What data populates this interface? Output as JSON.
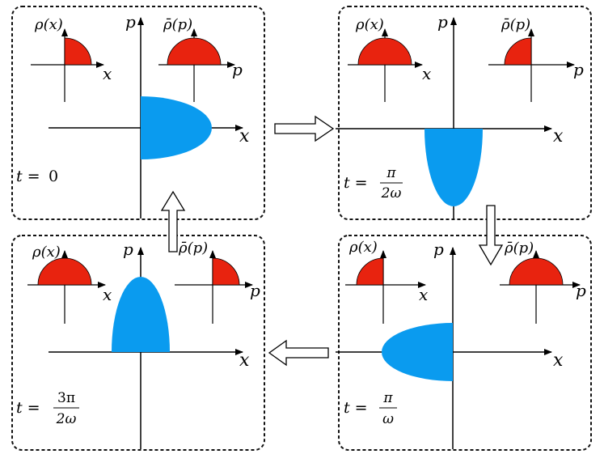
{
  "labels": {
    "x": "x",
    "p": "p",
    "rho_x": "ρ(x)",
    "rho_p": "ρ̄(p)",
    "t_eq": "t =",
    "zero": "0",
    "pi": "π",
    "three_pi": "3π",
    "two_omega": "2ω",
    "omega": "ω"
  },
  "colors": {
    "ellipse": "#0a9bef",
    "half_disc": "#e8230f",
    "frame": "#111111",
    "axis": "#000000"
  },
  "panels": [
    {
      "name": "panel-t0",
      "time": "0",
      "ellipse_orientation": "horizontal-right",
      "rho_x_shape": "quarter-right",
      "rho_p_shape": "half"
    },
    {
      "name": "panel-t-pi-2w",
      "time": "π/2ω",
      "ellipse_orientation": "vertical-down",
      "rho_x_shape": "half",
      "rho_p_shape": "quarter-left"
    },
    {
      "name": "panel-t-pi-w",
      "time": "π/ω",
      "ellipse_orientation": "horizontal-left",
      "rho_x_shape": "quarter-left",
      "rho_p_shape": "half"
    },
    {
      "name": "panel-t-3pi-2w",
      "time": "3π/2ω",
      "ellipse_orientation": "vertical-up",
      "rho_x_shape": "half",
      "rho_p_shape": "quarter-right"
    }
  ],
  "arrows": [
    "right",
    "down",
    "left",
    "up"
  ]
}
